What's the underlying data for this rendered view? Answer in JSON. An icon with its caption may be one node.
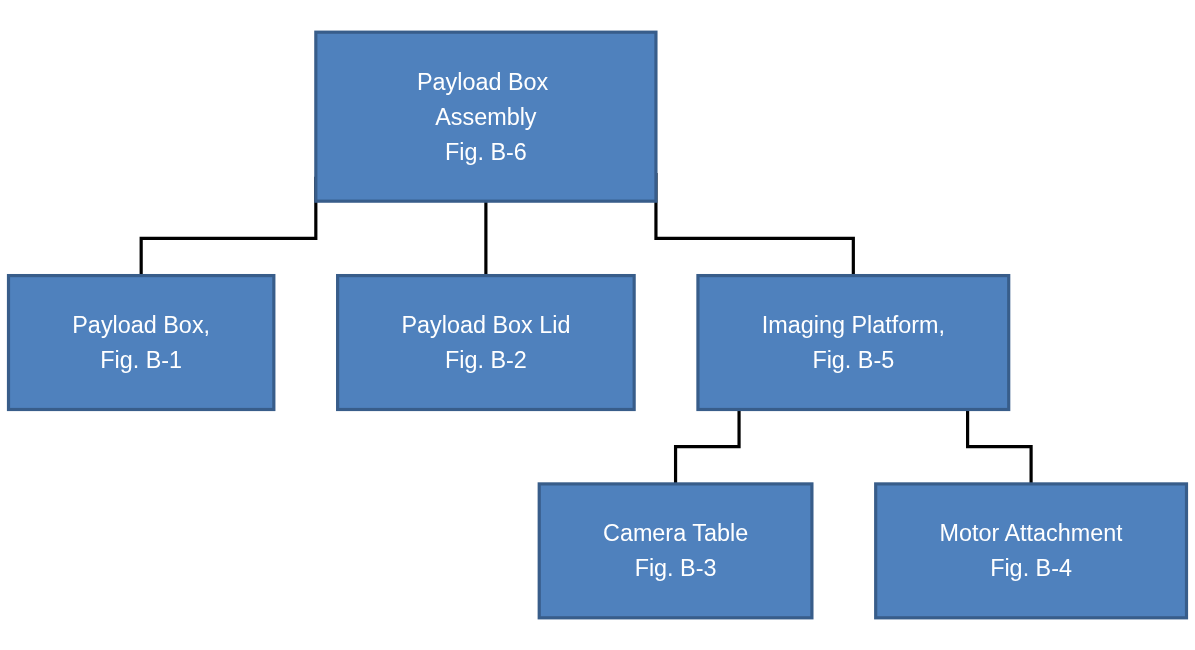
{
  "diagram": {
    "nodes": [
      {
        "text": [
          "Payload Box Assembly",
          "Fig. B-6"
        ]
      },
      {
        "text": [
          "Payload Box,",
          "Fig. B-1"
        ]
      },
      {
        "text": [
          "Payload Box Lid",
          "Fig. B-2"
        ]
      },
      {
        "text": [
          "Imaging Platform,",
          "Fig. B-5"
        ]
      },
      {
        "text": [
          "Camera Table",
          "Fig. B-3"
        ]
      },
      {
        "text": [
          "Motor Attachment",
          "Fig. B-4"
        ]
      }
    ],
    "edges": [
      {
        "from": 0,
        "to": 1,
        "arrow": "none"
      },
      {
        "from": 0,
        "to": 2,
        "arrow": "none"
      },
      {
        "from": 0,
        "to": 3,
        "arrow": "none"
      },
      {
        "from": 3,
        "to": 4,
        "arrow": "none"
      },
      {
        "from": 3,
        "to": 5,
        "arrow": "none"
      }
    ]
  }
}
